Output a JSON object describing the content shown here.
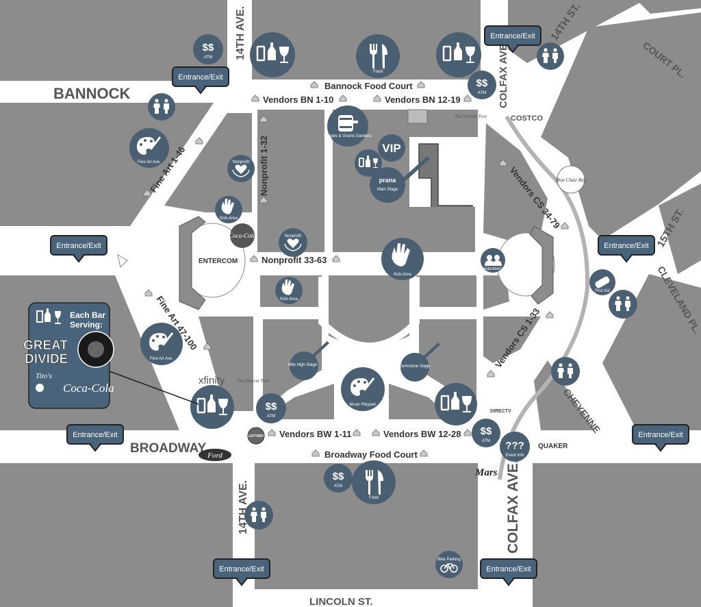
{
  "colors": {
    "block": "#8c8c8c",
    "street": "#ffffff",
    "plaza": "#d9d9d9",
    "icon": "#4a5f72",
    "sign": "#49637a"
  },
  "streets": {
    "ave14_top": "14TH AVE.",
    "ave14_bottom": "14TH AVE.",
    "bannock": "BANNOCK",
    "broadway": "BROADWAY",
    "lincoln": "LINCOLN ST.",
    "colfax_top": "COLFAX AVE.",
    "colfax_bottom": "COLFAX AVE.",
    "st14": "14TH ST.",
    "court": "COURT PL.",
    "st15": "15TH ST.",
    "cleveland": "CLEVELAND PL.",
    "cheyenne": "CHEYENNE"
  },
  "vendors": {
    "bannock_food_court": "Bannock Food Court",
    "bn_1_10": "Vendors BN 1-10",
    "bn_12_19": "Vendors BN 12-19",
    "nonprofit_1_32": "Nonprofit 1-32",
    "nonprofit_33_63": "Nonprofit 33-63",
    "fine_art_1_46": "Fine Art 1-46",
    "fine_art_47_100": "Fine Art 47-100",
    "cs_34_79": "Vendors CS 34-79",
    "cs_1_33": "Vendors CS 1-33",
    "bw_1_11": "Vendors BW 1-11",
    "bw_12_28": "Vendors BW 12-28",
    "broadway_food_court": "Broadway Food Court"
  },
  "entrance_label": "Entrance/Exit",
  "icons": {
    "atm": "ATM",
    "atm_sym": "$$",
    "food": "Food",
    "fine_art_ave": "Fine Art Ave.",
    "nonprofit": "Nonprofit",
    "kids_area": "Kids Area",
    "kids_area_small": "Kids Area",
    "grapes": "Grapes & Grains Gardens",
    "vip": "VIP",
    "main_stage_brand": "prana",
    "main_stage": "Main Stage",
    "volunteers": "Volunteers",
    "first_aid": "First Aid",
    "mile_high_stage": "Mile High Stage",
    "gemstone_stage": "Gemstone Stage",
    "music_playpen": "Music Playpen",
    "event_info_sym": "???",
    "event_info": "Event Info",
    "bike_parking": "Bike Parking"
  },
  "bar_panel": {
    "title_line1": "Each Bar",
    "title_line2": "Serving:",
    "great": "GREAT",
    "divide": "DIVIDE",
    "titos": "Tito's",
    "coca": "Coca-Cola"
  },
  "sponsors": {
    "coca": "Coca-Cola",
    "entercom": "ENTERCOM",
    "xfinity": "xfinity",
    "post": "The Denver Post",
    "costco": "COSTCO",
    "blue_chair": "Blue Chair Bay",
    "lottery": "LOTTERY",
    "ford": "Ford",
    "mars": "Mars",
    "quaker": "QUAKER",
    "directv": "DIRECTV"
  }
}
